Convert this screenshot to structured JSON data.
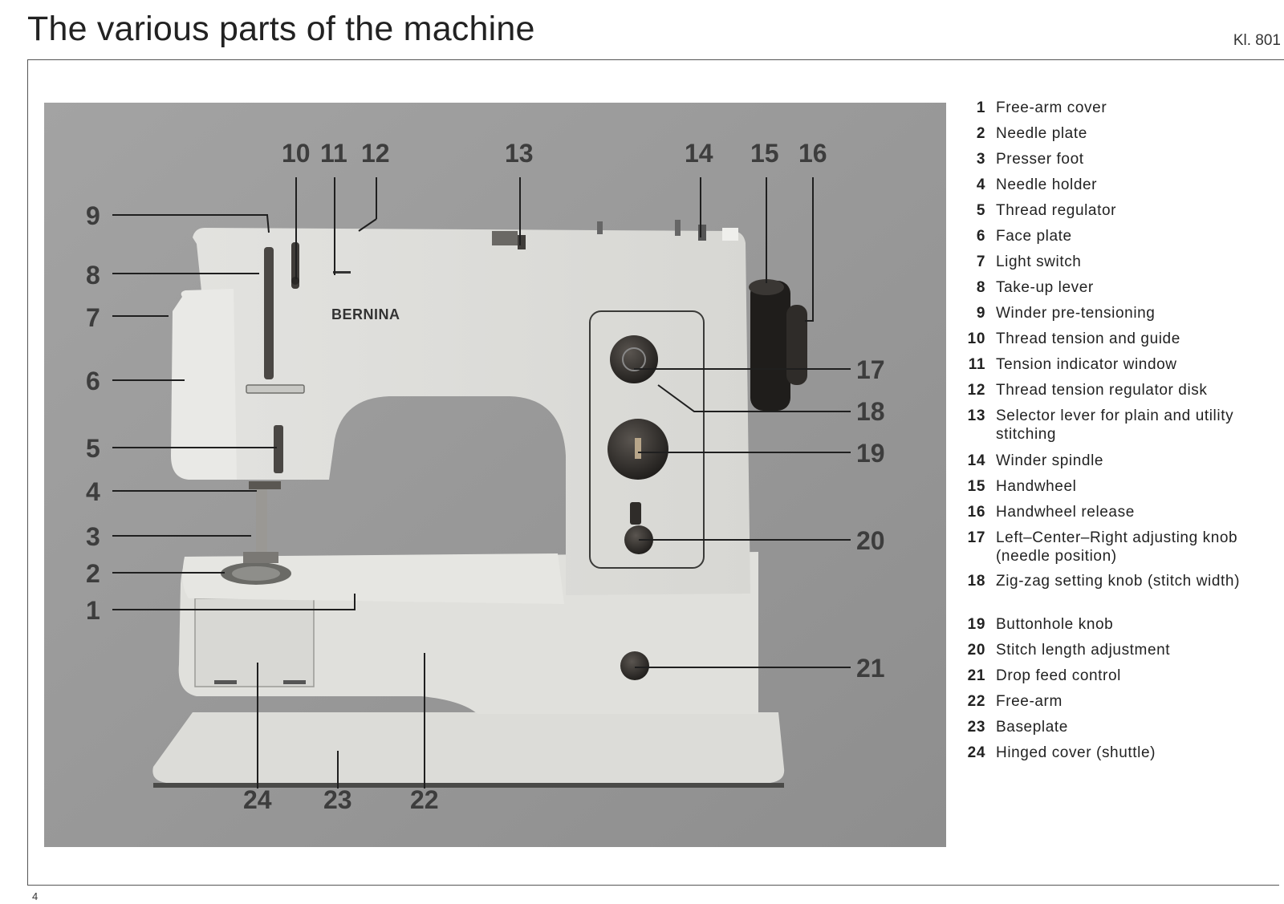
{
  "page": {
    "title": "The various parts of the machine",
    "model_ref": "Kl. 801",
    "page_number": "4"
  },
  "figure": {
    "brand": "BERNINA",
    "callouts": [
      "1",
      "2",
      "3",
      "4",
      "5",
      "6",
      "7",
      "8",
      "9",
      "10",
      "11",
      "12",
      "13",
      "14",
      "15",
      "16",
      "17",
      "18",
      "19",
      "20",
      "21",
      "22",
      "23",
      "24"
    ]
  },
  "legend": {
    "items": [
      {
        "num": "1",
        "text": "Free-arm cover"
      },
      {
        "num": "2",
        "text": "Needle plate"
      },
      {
        "num": "3",
        "text": "Presser foot"
      },
      {
        "num": "4",
        "text": "Needle holder"
      },
      {
        "num": "5",
        "text": "Thread regulator"
      },
      {
        "num": "6",
        "text": "Face plate"
      },
      {
        "num": "7",
        "text": "Light switch"
      },
      {
        "num": "8",
        "text": "Take-up lever"
      },
      {
        "num": "9",
        "text": "Winder pre-tensioning"
      },
      {
        "num": "10",
        "text": "Thread tension and guide"
      },
      {
        "num": "11",
        "text": "Tension indicator window"
      },
      {
        "num": "12",
        "text": "Thread tension regulator disk"
      },
      {
        "num": "13",
        "text": "Selector lever for plain and utility stitching"
      },
      {
        "num": "14",
        "text": "Winder spindle"
      },
      {
        "num": "15",
        "text": "Handwheel"
      },
      {
        "num": "16",
        "text": "Handwheel release"
      },
      {
        "num": "17",
        "text": "Left–Center–Right adjusting knob (needle position)"
      },
      {
        "num": "18",
        "text": "Zig-zag setting knob (stitch width)"
      },
      {
        "num": "19",
        "text": "Buttonhole knob"
      },
      {
        "num": "20",
        "text": "Stitch length adjustment"
      },
      {
        "num": "21",
        "text": "Drop feed control"
      },
      {
        "num": "22",
        "text": "Free-arm"
      },
      {
        "num": "23",
        "text": "Baseplate"
      },
      {
        "num": "24",
        "text": "Hinged cover (shuttle)"
      }
    ]
  }
}
